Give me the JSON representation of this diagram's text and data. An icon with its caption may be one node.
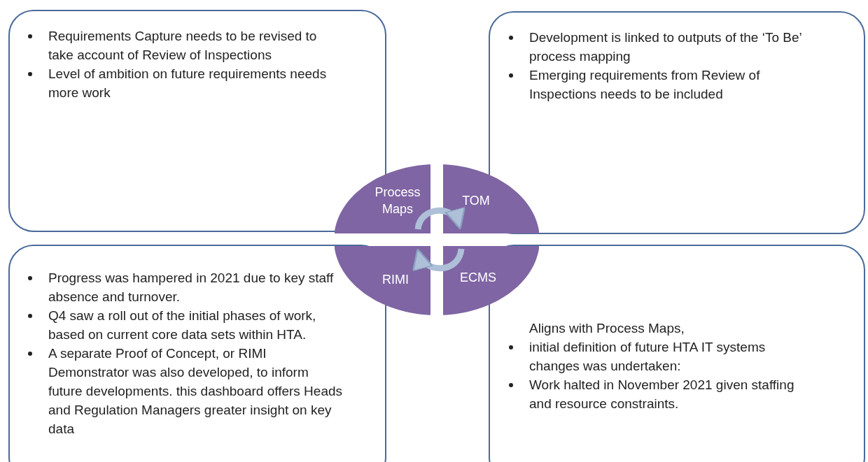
{
  "diagram": {
    "nodes": [
      {
        "text": [
          "Requirements Capture needs to be revised to take account of Review of Inspections",
          "Level of ambition on future requirements needs more work"
        ]
      },
      {
        "text": [
          "Development is linked to outputs of the ‘To Be’ process mapping",
          "Emerging requirements from Review of Inspections needs to be included"
        ]
      },
      {
        "text": [
          "Process Maps"
        ]
      },
      {
        "text": [
          "TOM"
        ]
      },
      {
        "text": [
          "RIMI"
        ]
      },
      {
        "text": [
          "ECMS"
        ]
      },
      {
        "text": [
          "Progress was hampered in 2021 due to key staff absence and turnover.",
          "Q4 saw a roll out of the initial phases of work, based on current core data sets within HTA.",
          "A separate Proof of Concept, or RIMI Demonstrator was also developed, to inform future developments. this dashboard offers Heads and Regulation Managers greater insight on key data"
        ]
      },
      {
        "text": [
          "Aligns with Process Maps,",
          "initial definition of future HTA IT systems changes was undertaken:",
          "Work halted in November 2021 given staffing and resource constraints."
        ]
      }
    ],
    "edges": [
      {
        "from": 2,
        "to": 3,
        "arrow": "to"
      },
      {
        "from": 5,
        "to": 4,
        "arrow": "to"
      }
    ]
  }
}
